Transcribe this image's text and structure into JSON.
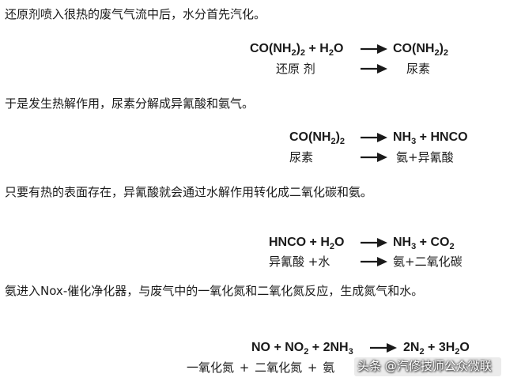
{
  "paragraphs": {
    "p1": "还原剂喷入很热的废气气流中后，水分首先汽化。",
    "p2": "于是发生热解作用，尿素分解成异氰酸和氨气。",
    "p3": "只要有热的表面存在，异氰酸就会通过水解作用转化成二氧化碳和氨。",
    "p4": "氨进入Nox-催化净化器，与废气中的一氧化氮和二氧化氮反应，生成氮气和水。"
  },
  "eq1": {
    "lhs": [
      "CO(NH",
      "2",
      ")",
      "2",
      " + H",
      "2",
      "O"
    ],
    "rhs": [
      "CO(NH",
      "2",
      ")",
      "2"
    ],
    "lhs_cn": "还原 剂",
    "rhs_cn": "尿素"
  },
  "eq2": {
    "lhs": [
      "CO(NH",
      "2",
      ")",
      "2"
    ],
    "rhs": [
      "NH",
      "3",
      " + HNCO"
    ],
    "lhs_cn": "尿素",
    "rhs_cn": "氨+异氰酸"
  },
  "eq3": {
    "lhs": [
      "HNCO + H",
      "2",
      "O"
    ],
    "rhs": [
      "NH",
      "3",
      " + CO",
      "2"
    ],
    "lhs_cn": "异氰酸  +水",
    "rhs_cn": "氨+二氧化碳"
  },
  "eq4": {
    "lhs": [
      "NO + NO",
      "2",
      " + 2NH",
      "3"
    ],
    "rhs": [
      "2N",
      "2",
      " + 3H",
      "2",
      "O"
    ],
    "lhs_cn": "一氧化氮 + 二氧化氮 + 氨"
  },
  "watermark": "头条 @汽修技师公众微联",
  "colors": {
    "text": "#1a1a1a",
    "arrow": "#1a1a1a",
    "background": "#ffffff"
  }
}
